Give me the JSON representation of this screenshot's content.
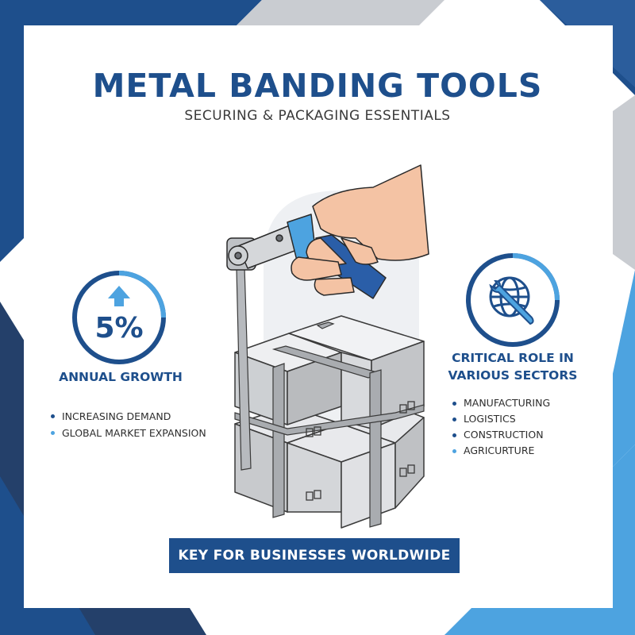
{
  "header": {
    "title": "METAL BANDING TOOLS",
    "subtitle": "SECURING & PACKAGING ESSENTIALS"
  },
  "growth": {
    "value": "5%",
    "label": "ANNUAL GROWTH",
    "icon": "arrow-up-icon",
    "bullets": [
      {
        "text": "INCREASING DEMAND",
        "color": "#1e4f8c"
      },
      {
        "text": "GLOBAL MARKET EXPANSION",
        "color": "#4da3e0"
      }
    ]
  },
  "sectors": {
    "title_line1": "CRITICAL ROLE IN",
    "title_line2": "VARIOUS SECTORS",
    "icon": "globe-wrench-icon",
    "items": [
      {
        "text": "MANUFACTURING",
        "color": "#1e4f8c"
      },
      {
        "text": "LOGISTICS",
        "color": "#1e4f8c"
      },
      {
        "text": "CONSTRUCTION",
        "color": "#1e4f8c"
      },
      {
        "text": "AGRICURTURE",
        "color": "#4da3e0"
      }
    ]
  },
  "banner": {
    "text": "KEY FOR BUSINESSES WORLDWIDE"
  },
  "colors": {
    "navy": "#1e4f8c",
    "light_blue": "#4da3e0",
    "gray": "#c9ccd1",
    "dark_navy": "#24406a"
  }
}
